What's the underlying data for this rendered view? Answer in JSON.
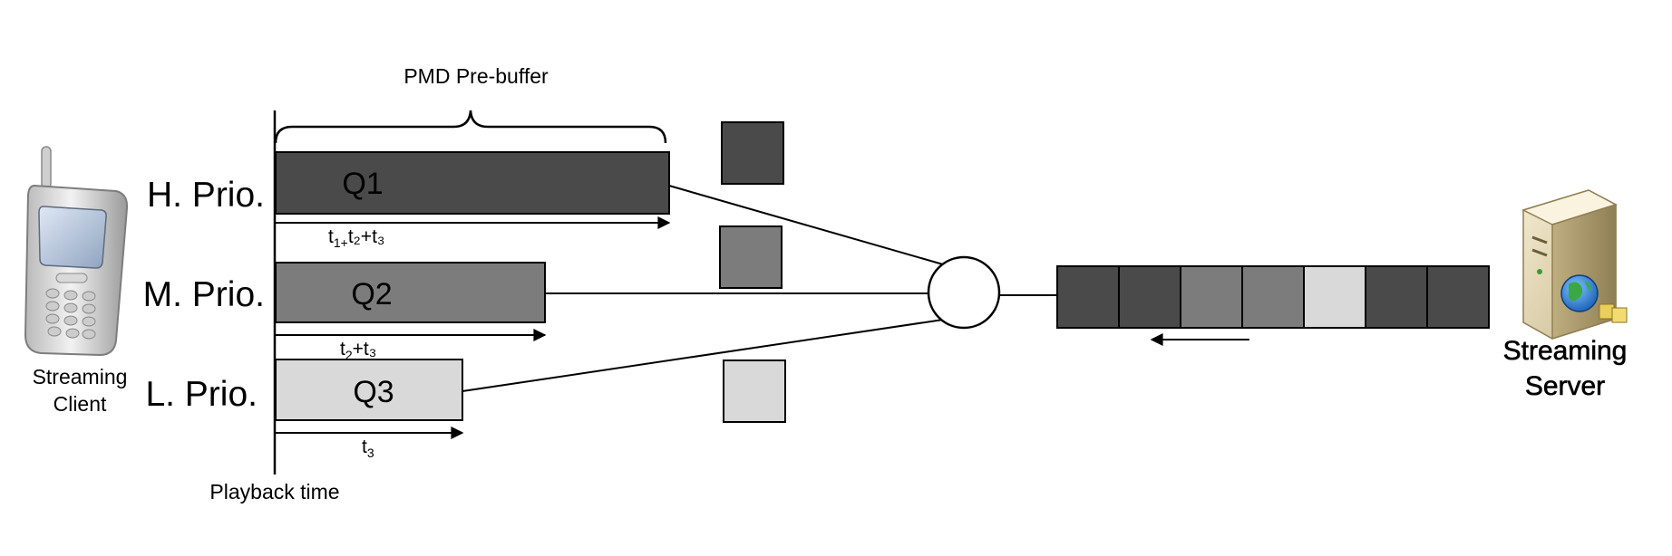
{
  "title": "PMD Pre-buffer",
  "client": {
    "label_line1": "Streaming",
    "label_line2": "Client"
  },
  "server": {
    "label_line1": "Streaming",
    "label_line2": "Server"
  },
  "axis": {
    "playback_time": "Playback time"
  },
  "queues": [
    {
      "priority": "H. Prio.",
      "name": "Q1",
      "duration_main": "t",
      "duration_sub": "1+",
      "duration_rest": "t₂+t₃",
      "color": "#4a4a4a"
    },
    {
      "priority": "M. Prio.",
      "name": "Q2",
      "duration_main": "t",
      "duration_sub": "2",
      "duration_rest": "+t₃",
      "color": "#7c7c7c"
    },
    {
      "priority": "L. Prio.",
      "name": "Q3",
      "duration_main": "t",
      "duration_sub": "3",
      "duration_rest": "",
      "color": "#d9d9d9"
    }
  ],
  "packets": {
    "legend_colors": [
      "#4a4a4a",
      "#7c7c7c",
      "#d9d9d9"
    ],
    "stream_colors": [
      "#4a4a4a",
      "#4a4a4a",
      "#7c7c7c",
      "#7c7c7c",
      "#d9d9d9",
      "#4a4a4a",
      "#4a4a4a"
    ]
  }
}
